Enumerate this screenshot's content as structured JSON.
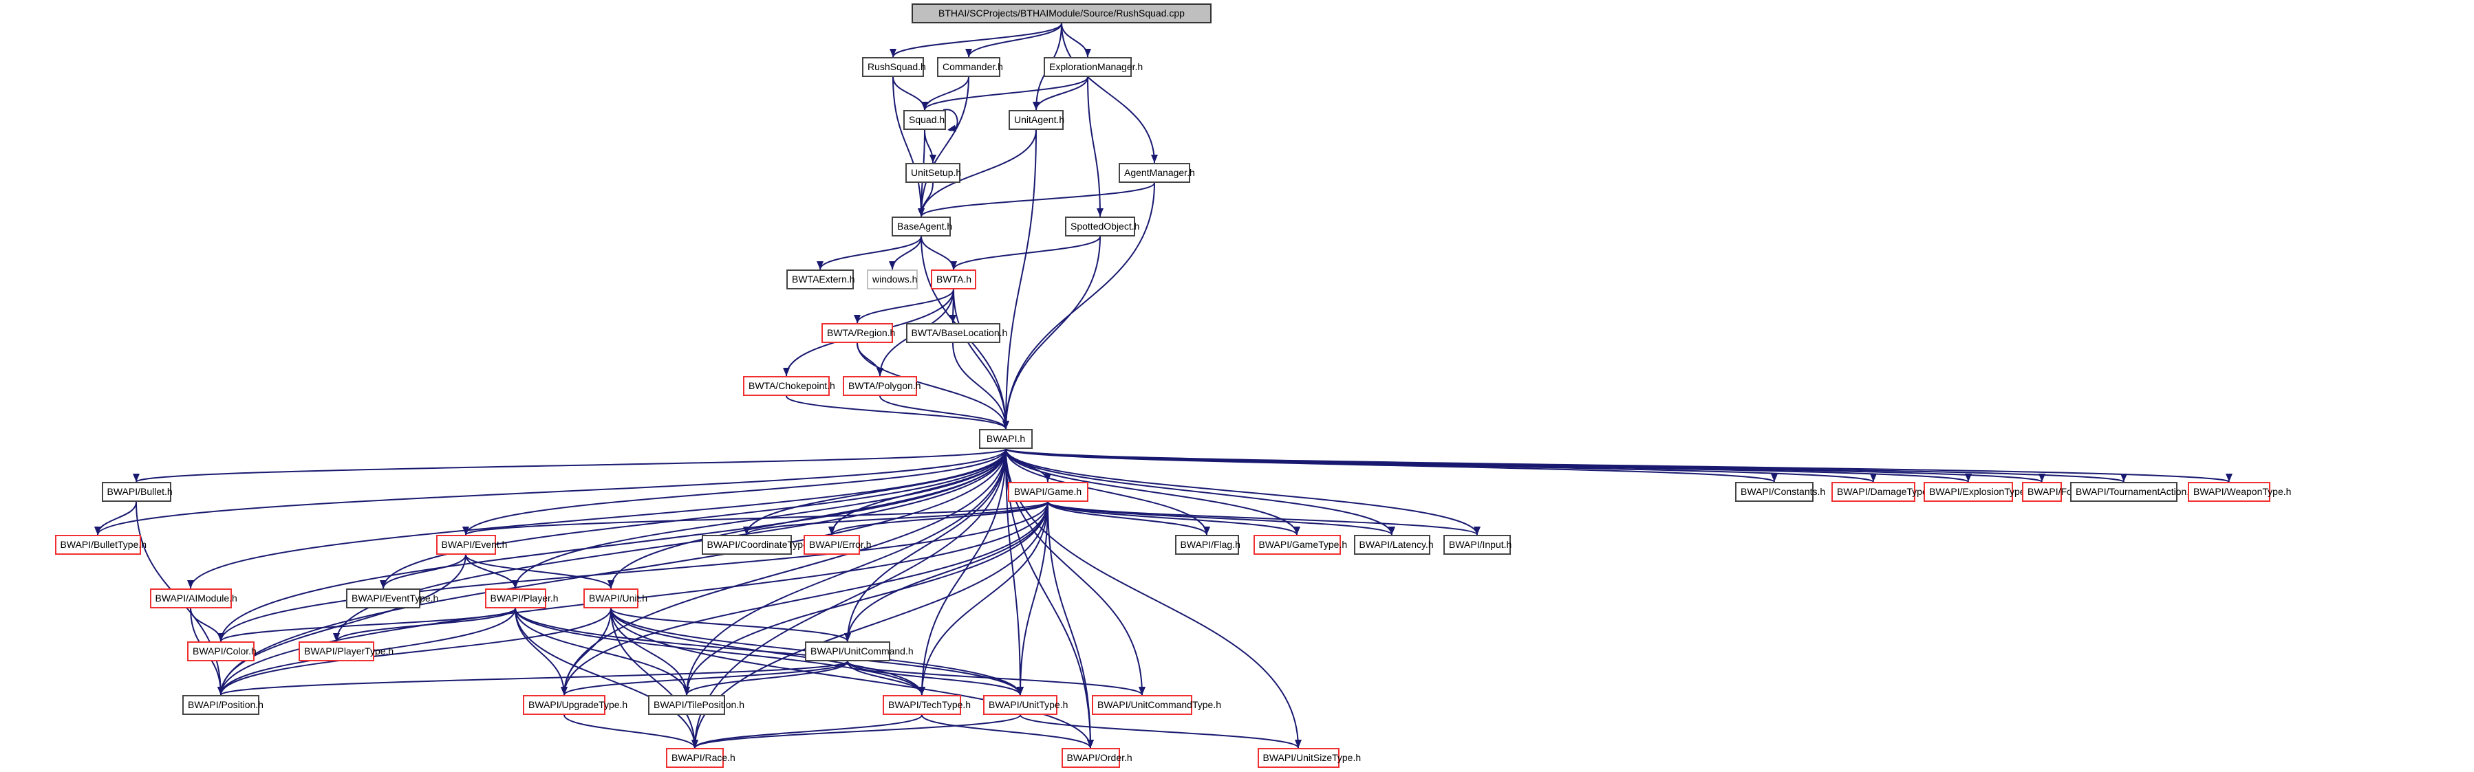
{
  "graph": {
    "title": "BTHAI/SCProjects/BTHAIModule/Source/RushSquad.cpp",
    "colors": {
      "edge": "#191970",
      "normal_border": "#444444",
      "truncated_border": "#f03030",
      "missing_border": "#c0c0c0",
      "root_fill": "#bfbfbf"
    },
    "nodes": [
      {
        "id": "root",
        "label": "BTHAI/SCProjects/BTHAIModule/Source/RushSquad.cpp",
        "kind": "root"
      },
      {
        "id": "rushsquad",
        "label": "RushSquad.h",
        "kind": "normal"
      },
      {
        "id": "commander",
        "label": "Commander.h",
        "kind": "normal"
      },
      {
        "id": "exploration",
        "label": "ExplorationManager.h",
        "kind": "normal"
      },
      {
        "id": "squad",
        "label": "Squad.h",
        "kind": "normal"
      },
      {
        "id": "unitagent",
        "label": "UnitAgent.h",
        "kind": "normal"
      },
      {
        "id": "unitsetup",
        "label": "UnitSetup.h",
        "kind": "normal"
      },
      {
        "id": "agentmanager",
        "label": "AgentManager.h",
        "kind": "normal"
      },
      {
        "id": "baseagent",
        "label": "BaseAgent.h",
        "kind": "normal"
      },
      {
        "id": "spotted",
        "label": "SpottedObject.h",
        "kind": "normal"
      },
      {
        "id": "bwtaextern",
        "label": "BWTAExtern.h",
        "kind": "normal"
      },
      {
        "id": "windows",
        "label": "windows.h",
        "kind": "missing"
      },
      {
        "id": "bwta",
        "label": "BWTA.h",
        "kind": "truncated"
      },
      {
        "id": "region",
        "label": "BWTA/Region.h",
        "kind": "truncated"
      },
      {
        "id": "baselocation",
        "label": "BWTA/BaseLocation.h",
        "kind": "normal"
      },
      {
        "id": "chokepoint",
        "label": "BWTA/Chokepoint.h",
        "kind": "truncated"
      },
      {
        "id": "polygon",
        "label": "BWTA/Polygon.h",
        "kind": "truncated"
      },
      {
        "id": "bwapi",
        "label": "BWAPI.h",
        "kind": "normal"
      },
      {
        "id": "bullet",
        "label": "BWAPI/Bullet.h",
        "kind": "normal"
      },
      {
        "id": "game",
        "label": "BWAPI/Game.h",
        "kind": "truncated"
      },
      {
        "id": "bullettype",
        "label": "BWAPI/BulletType.h",
        "kind": "truncated"
      },
      {
        "id": "event",
        "label": "BWAPI/Event.h",
        "kind": "truncated"
      },
      {
        "id": "coordtype",
        "label": "BWAPI/CoordinateType.h",
        "kind": "normal"
      },
      {
        "id": "error",
        "label": "BWAPI/Error.h",
        "kind": "truncated"
      },
      {
        "id": "flag",
        "label": "BWAPI/Flag.h",
        "kind": "normal"
      },
      {
        "id": "gametype",
        "label": "BWAPI/GameType.h",
        "kind": "truncated"
      },
      {
        "id": "latency",
        "label": "BWAPI/Latency.h",
        "kind": "normal"
      },
      {
        "id": "input",
        "label": "BWAPI/Input.h",
        "kind": "normal"
      },
      {
        "id": "constants",
        "label": "BWAPI/Constants.h",
        "kind": "normal"
      },
      {
        "id": "damagetype",
        "label": "BWAPI/DamageType.h",
        "kind": "truncated"
      },
      {
        "id": "explosiontype",
        "label": "BWAPI/ExplosionType.h",
        "kind": "truncated"
      },
      {
        "id": "force",
        "label": "BWAPI/Force.h",
        "kind": "truncated"
      },
      {
        "id": "tournament",
        "label": "BWAPI/TournamentAction.h",
        "kind": "normal"
      },
      {
        "id": "weapontype",
        "label": "BWAPI/WeaponType.h",
        "kind": "truncated"
      },
      {
        "id": "aimodule",
        "label": "BWAPI/AIModule.h",
        "kind": "truncated"
      },
      {
        "id": "eventtype",
        "label": "BWAPI/EventType.h",
        "kind": "normal"
      },
      {
        "id": "player",
        "label": "BWAPI/Player.h",
        "kind": "truncated"
      },
      {
        "id": "unit",
        "label": "BWAPI/Unit.h",
        "kind": "truncated"
      },
      {
        "id": "color",
        "label": "BWAPI/Color.h",
        "kind": "truncated"
      },
      {
        "id": "playertype",
        "label": "BWAPI/PlayerType.h",
        "kind": "truncated"
      },
      {
        "id": "unitcommand",
        "label": "BWAPI/UnitCommand.h",
        "kind": "normal"
      },
      {
        "id": "position",
        "label": "BWAPI/Position.h",
        "kind": "normal"
      },
      {
        "id": "upgradetype",
        "label": "BWAPI/UpgradeType.h",
        "kind": "truncated"
      },
      {
        "id": "tileposition",
        "label": "BWAPI/TilePosition.h",
        "kind": "normal"
      },
      {
        "id": "techtype",
        "label": "BWAPI/TechType.h",
        "kind": "truncated"
      },
      {
        "id": "unittype",
        "label": "BWAPI/UnitType.h",
        "kind": "truncated"
      },
      {
        "id": "unitcommandtype",
        "label": "BWAPI/UnitCommandType.h",
        "kind": "truncated"
      },
      {
        "id": "race",
        "label": "BWAPI/Race.h",
        "kind": "truncated"
      },
      {
        "id": "order",
        "label": "BWAPI/Order.h",
        "kind": "truncated"
      },
      {
        "id": "unitsizetype",
        "label": "BWAPI/UnitSizeType.h",
        "kind": "truncated"
      }
    ],
    "edges": [
      [
        "root",
        "rushsquad"
      ],
      [
        "root",
        "commander"
      ],
      [
        "root",
        "unitagent"
      ],
      [
        "root",
        "exploration"
      ],
      [
        "root",
        "agentmanager"
      ],
      [
        "rushsquad",
        "squad"
      ],
      [
        "rushsquad",
        "baseagent"
      ],
      [
        "commander",
        "squad"
      ],
      [
        "commander",
        "baseagent"
      ],
      [
        "exploration",
        "squad"
      ],
      [
        "exploration",
        "unitagent"
      ],
      [
        "exploration",
        "spotted"
      ],
      [
        "squad",
        "squad"
      ],
      [
        "squad",
        "unitsetup"
      ],
      [
        "squad",
        "baseagent"
      ],
      [
        "unitsetup",
        "baseagent"
      ],
      [
        "unitagent",
        "baseagent"
      ],
      [
        "unitagent",
        "bwapi"
      ],
      [
        "agentmanager",
        "baseagent"
      ],
      [
        "agentmanager",
        "bwapi"
      ],
      [
        "baseagent",
        "bwtaextern"
      ],
      [
        "baseagent",
        "windows"
      ],
      [
        "baseagent",
        "bwta"
      ],
      [
        "baseagent",
        "bwapi"
      ],
      [
        "spotted",
        "bwta"
      ],
      [
        "spotted",
        "bwapi"
      ],
      [
        "bwta",
        "region"
      ],
      [
        "bwta",
        "baselocation"
      ],
      [
        "bwta",
        "chokepoint"
      ],
      [
        "bwta",
        "polygon"
      ],
      [
        "bwta",
        "bwapi"
      ],
      [
        "region",
        "polygon"
      ],
      [
        "region",
        "bwapi"
      ],
      [
        "baselocation",
        "bwapi"
      ],
      [
        "chokepoint",
        "bwapi"
      ],
      [
        "polygon",
        "bwapi"
      ],
      [
        "bwapi",
        "game"
      ],
      [
        "bwapi",
        "bullet"
      ],
      [
        "bwapi",
        "bullettype"
      ],
      [
        "bwapi",
        "aimodule"
      ],
      [
        "bwapi",
        "color"
      ],
      [
        "bwapi",
        "position"
      ],
      [
        "bwapi",
        "race"
      ],
      [
        "bwapi",
        "upgradetype"
      ],
      [
        "bwapi",
        "eventtype"
      ],
      [
        "bwapi",
        "event"
      ],
      [
        "bwapi",
        "playertype"
      ],
      [
        "bwapi",
        "player"
      ],
      [
        "bwapi",
        "unit"
      ],
      [
        "bwapi",
        "tileposition"
      ],
      [
        "bwapi",
        "unitcommand"
      ],
      [
        "bwapi",
        "coordtype"
      ],
      [
        "bwapi",
        "error"
      ],
      [
        "bwapi",
        "flag"
      ],
      [
        "bwapi",
        "gametype"
      ],
      [
        "bwapi",
        "latency"
      ],
      [
        "bwapi",
        "input"
      ],
      [
        "bwapi",
        "techtype"
      ],
      [
        "bwapi",
        "unittype"
      ],
      [
        "bwapi",
        "unitcommandtype"
      ],
      [
        "bwapi",
        "order"
      ],
      [
        "bwapi",
        "unitsizetype"
      ],
      [
        "bwapi",
        "constants"
      ],
      [
        "bwapi",
        "damagetype"
      ],
      [
        "bwapi",
        "explosiontype"
      ],
      [
        "bwapi",
        "force"
      ],
      [
        "bwapi",
        "tournament"
      ],
      [
        "bwapi",
        "weapontype"
      ],
      [
        "bullet",
        "bullettype"
      ],
      [
        "bullet",
        "position"
      ],
      [
        "aimodule",
        "color"
      ],
      [
        "aimodule",
        "position"
      ],
      [
        "game",
        "event"
      ],
      [
        "game",
        "coordtype"
      ],
      [
        "game",
        "error"
      ],
      [
        "game",
        "flag"
      ],
      [
        "game",
        "gametype"
      ],
      [
        "game",
        "latency"
      ],
      [
        "game",
        "input"
      ],
      [
        "game",
        "color"
      ],
      [
        "game",
        "position"
      ],
      [
        "game",
        "upgradetype"
      ],
      [
        "game",
        "tileposition"
      ],
      [
        "game",
        "techtype"
      ],
      [
        "game",
        "unittype"
      ],
      [
        "game",
        "race"
      ],
      [
        "game",
        "order"
      ],
      [
        "game",
        "unitcommand"
      ],
      [
        "event",
        "eventtype"
      ],
      [
        "event",
        "player"
      ],
      [
        "event",
        "unit"
      ],
      [
        "event",
        "position"
      ],
      [
        "player",
        "color"
      ],
      [
        "player",
        "playertype"
      ],
      [
        "player",
        "position"
      ],
      [
        "player",
        "race"
      ],
      [
        "player",
        "upgradetype"
      ],
      [
        "player",
        "tileposition"
      ],
      [
        "player",
        "techtype"
      ],
      [
        "player",
        "unittype"
      ],
      [
        "unit",
        "unitcommand"
      ],
      [
        "unit",
        "position"
      ],
      [
        "unit",
        "upgradetype"
      ],
      [
        "unit",
        "tileposition"
      ],
      [
        "unit",
        "techtype"
      ],
      [
        "unit",
        "unittype"
      ],
      [
        "unit",
        "order"
      ],
      [
        "unit",
        "race"
      ],
      [
        "unitcommand",
        "position"
      ],
      [
        "unitcommand",
        "tileposition"
      ],
      [
        "unitcommand",
        "upgradetype"
      ],
      [
        "unitcommand",
        "techtype"
      ],
      [
        "unitcommand",
        "unittype"
      ],
      [
        "unitcommand",
        "unitcommandtype"
      ],
      [
        "upgradetype",
        "race"
      ],
      [
        "techtype",
        "race"
      ],
      [
        "techtype",
        "order"
      ],
      [
        "unittype",
        "race"
      ],
      [
        "unittype",
        "unitsizetype"
      ]
    ]
  }
}
